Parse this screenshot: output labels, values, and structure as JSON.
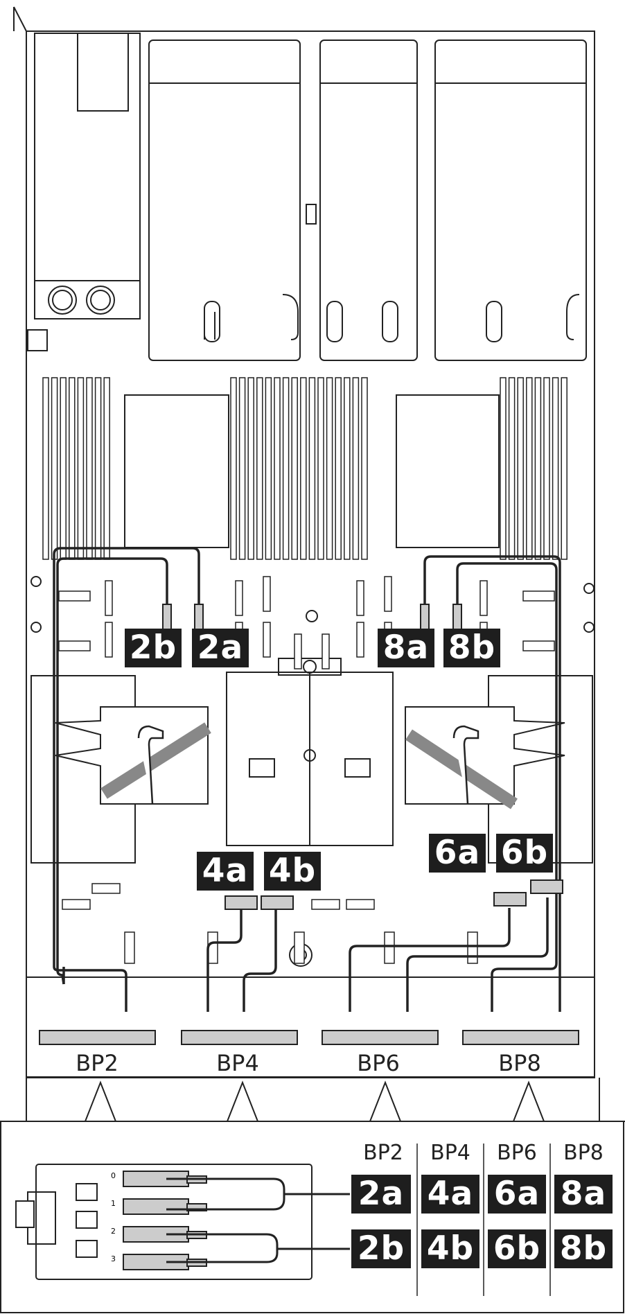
{
  "callouts_top": [
    {
      "id": "2b",
      "text": "2b"
    },
    {
      "id": "2a",
      "text": "2a"
    },
    {
      "id": "8a",
      "text": "8a"
    },
    {
      "id": "8b",
      "text": "8b"
    }
  ],
  "callouts_middle": [
    {
      "id": "6a",
      "text": "6a"
    },
    {
      "id": "6b",
      "text": "6b"
    },
    {
      "id": "4a",
      "text": "4a"
    },
    {
      "id": "4b",
      "text": "4b"
    }
  ],
  "backplanes": [
    "BP2",
    "BP4",
    "BP6",
    "BP8"
  ],
  "inset": {
    "column_headers": [
      "BP2",
      "BP4",
      "BP6",
      "BP8"
    ],
    "row_a": [
      "2a",
      "4a",
      "6a",
      "8a"
    ],
    "row_b": [
      "2b",
      "4b",
      "6b",
      "8b"
    ],
    "connector_numbers": [
      "0",
      "1",
      "2",
      "3"
    ]
  },
  "colors": {
    "line": "#222222",
    "label_bg": "#1e1e1e",
    "label_text": "#ffffff",
    "connector_fill": "#cccccc"
  }
}
